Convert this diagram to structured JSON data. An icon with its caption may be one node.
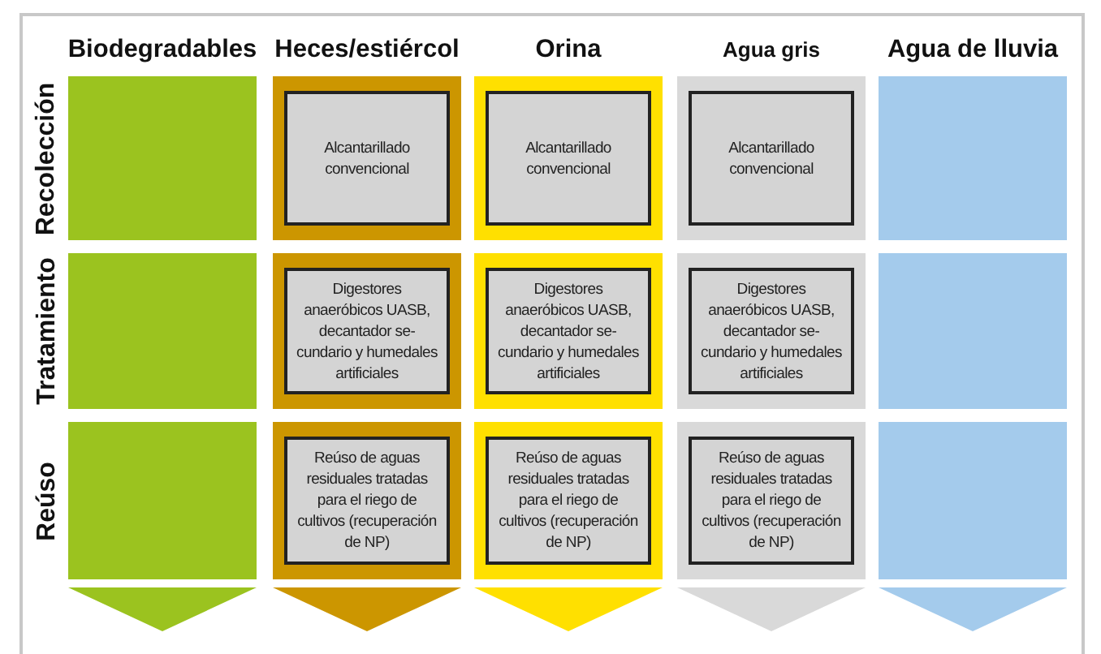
{
  "diagram": {
    "nodes": [
      {
        "text": [],
        "shape": "box"
      },
      {
        "text": [],
        "shape": "box"
      },
      {
        "text": [
          "Alcantarillado convencional"
        ],
        "in": 1
      },
      {
        "text": [],
        "shape": "box"
      },
      {
        "text": [
          "Alcantarillado convencional"
        ],
        "in": 3
      },
      {
        "text": [],
        "shape": "box"
      },
      {
        "text": [
          "Alcantarillado convencional"
        ],
        "in": 5
      },
      {
        "text": [],
        "shape": "box"
      },
      {
        "text": [],
        "shape": "box"
      },
      {
        "text": [],
        "shape": "box"
      },
      {
        "text": [
          "Digestores anaeróbicos UASB, decantador se-cundario y humedales artificiales"
        ],
        "in": 9
      },
      {
        "text": [],
        "shape": "box"
      },
      {
        "text": [
          "Digestores anaeróbicos UASB, decantador se-cundario y humedales artificiales"
        ],
        "in": 11
      },
      {
        "text": [],
        "shape": "box"
      },
      {
        "text": [
          "Digestores anaeróbicos UASB, decantador se-cundario y humedales artificiales"
        ],
        "in": 13
      },
      {
        "text": [],
        "shape": "box"
      },
      {
        "text": [],
        "shape": "box"
      },
      {
        "text": [],
        "shape": "box"
      },
      {
        "text": [
          "Reúso de aguas residuales tratadas para el riego de cultivos (recuperación de NP)"
        ],
        "in": 17
      },
      {
        "text": [],
        "shape": "box"
      },
      {
        "text": [
          "Reúso de aguas residuales tratadas para el riego de cultivos (recuperación de NP)"
        ],
        "in": 19
      },
      {
        "text": [],
        "shape": "box"
      },
      {
        "text": [
          "Reúso de aguas residuales tratadas para el riego de cultivos (recuperación de NP)"
        ],
        "in": 21
      },
      {
        "text": [],
        "shape": "box"
      }
    ],
    "edges": [],
    "labels": [
      "Biodegradables",
      "Heces/estiércol",
      "Orina",
      "Agua gris",
      "Agua de lluvia",
      "Recolección",
      "Tratamiento",
      "Reúso"
    ]
  }
}
